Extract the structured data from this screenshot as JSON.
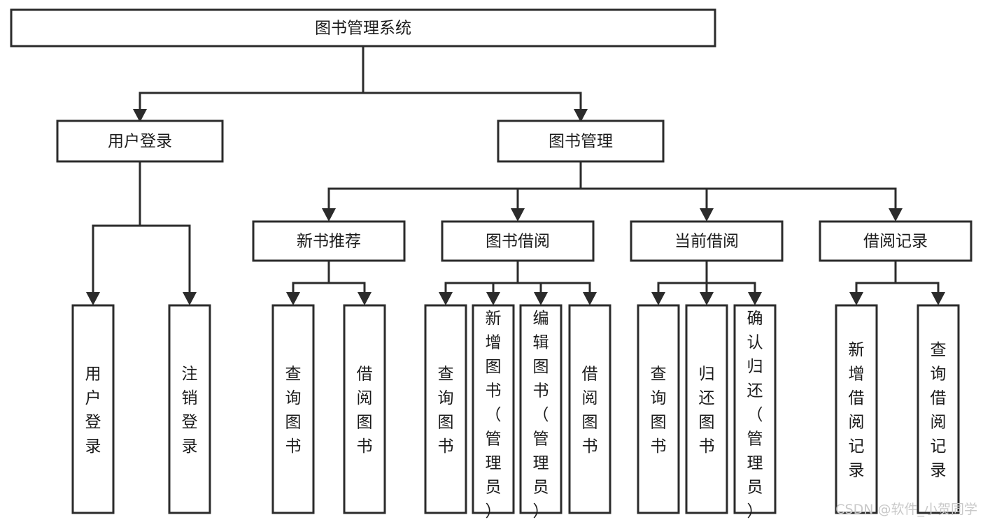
{
  "diagram": {
    "title": "图书管理系统",
    "type": "tree",
    "orientation": "top-down",
    "colors": {
      "stroke": "#2b2b2b",
      "fill": "#ffffff",
      "text": "#1b1b1b",
      "watermark": "#c9c9c9",
      "background": "#ffffff"
    },
    "root": {
      "id": "root",
      "label": "图书管理系统",
      "text_orientation": "horizontal"
    },
    "level1": [
      {
        "id": "user-login",
        "label": "用户登录",
        "text_orientation": "horizontal"
      },
      {
        "id": "book-management",
        "label": "图书管理",
        "text_orientation": "horizontal"
      }
    ],
    "level2": [
      {
        "id": "new-book-recommend",
        "label": "新书推荐",
        "parent": "book-management",
        "text_orientation": "horizontal"
      },
      {
        "id": "book-borrow",
        "label": "图书借阅",
        "parent": "book-management",
        "text_orientation": "horizontal"
      },
      {
        "id": "current-borrow",
        "label": "当前借阅",
        "parent": "book-management",
        "text_orientation": "horizontal"
      },
      {
        "id": "borrow-record",
        "label": "借阅记录",
        "parent": "book-management",
        "text_orientation": "horizontal"
      }
    ],
    "leaves": [
      {
        "id": "leaf-user-login",
        "label": "用户登录",
        "parent": "user-login",
        "text_orientation": "vertical",
        "align": "middle"
      },
      {
        "id": "leaf-logout-login",
        "label": "注销登录",
        "parent": "user-login",
        "text_orientation": "vertical",
        "align": "middle"
      },
      {
        "id": "leaf-query-book-recommend",
        "label": "查询图书",
        "parent": "new-book-recommend",
        "text_orientation": "vertical",
        "align": "middle"
      },
      {
        "id": "leaf-borrow-book-recommend",
        "label": "借阅图书",
        "parent": "new-book-recommend",
        "text_orientation": "vertical",
        "align": "middle"
      },
      {
        "id": "leaf-query-book-borrow",
        "label": "查询图书",
        "parent": "book-borrow",
        "text_orientation": "vertical",
        "align": "middle"
      },
      {
        "id": "leaf-add-book-admin",
        "label": "新增图书（管理员）",
        "parent": "book-borrow",
        "text_orientation": "vertical",
        "align": "top"
      },
      {
        "id": "leaf-edit-book-admin",
        "label": "编辑图书（管理员）",
        "parent": "book-borrow",
        "text_orientation": "vertical",
        "align": "top"
      },
      {
        "id": "leaf-borrow-book",
        "label": "借阅图书",
        "parent": "book-borrow",
        "text_orientation": "vertical",
        "align": "middle"
      },
      {
        "id": "leaf-query-book-current",
        "label": "查询图书",
        "parent": "current-borrow",
        "text_orientation": "vertical",
        "align": "middle"
      },
      {
        "id": "leaf-return-book",
        "label": "归还图书",
        "parent": "current-borrow",
        "text_orientation": "vertical",
        "align": "middle"
      },
      {
        "id": "leaf-confirm-return-admin",
        "label": "确认归还（管理员）",
        "parent": "current-borrow",
        "text_orientation": "vertical",
        "align": "top"
      },
      {
        "id": "leaf-add-borrow-record",
        "label": "新增借阅记录",
        "parent": "borrow-record",
        "text_orientation": "vertical",
        "align": "middle"
      },
      {
        "id": "leaf-query-borrow-record",
        "label": "查询借阅记录",
        "parent": "borrow-record",
        "text_orientation": "vertical",
        "align": "middle"
      }
    ]
  },
  "watermark": {
    "text": "CSDN @软件_小贺同学"
  }
}
